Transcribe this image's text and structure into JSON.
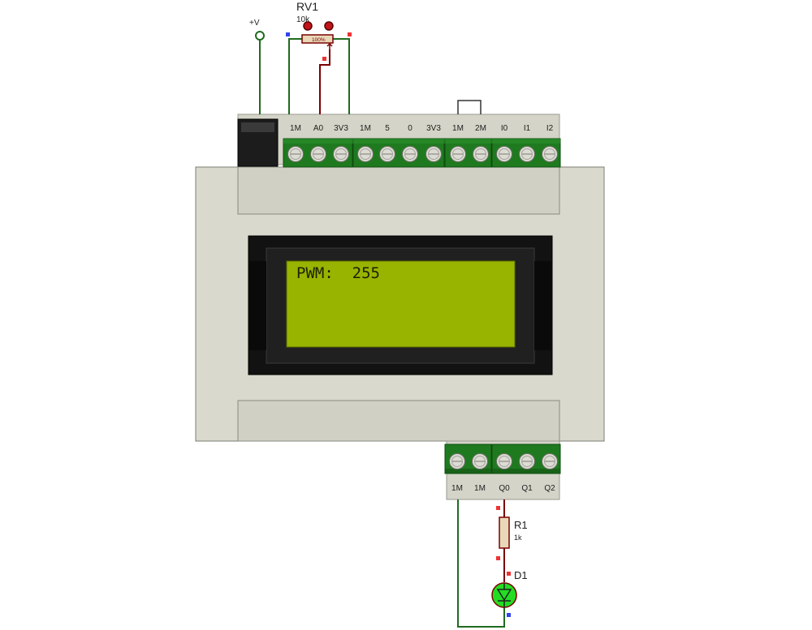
{
  "supply": {
    "label": "+V"
  },
  "potentiometer": {
    "name": "RV1",
    "value": "10k",
    "position_label": "100%"
  },
  "resistor": {
    "name": "R1",
    "value": "1k"
  },
  "led": {
    "name": "D1",
    "color": "#22dd22"
  },
  "lcd": {
    "text": "PWM:  255",
    "color": "#98b400"
  },
  "top_terminals": [
    "1M",
    "A0",
    "3V3",
    "1M",
    "5",
    "0",
    "3V3",
    "1M",
    "2M",
    "I0",
    "I1",
    "I2"
  ],
  "bottom_terminals": [
    "1M",
    "1M",
    "Q0",
    "Q1",
    "Q2"
  ],
  "colors": {
    "wire": "#7a0000",
    "body": "#d8d8cc",
    "terminal_block": "#1f7a1f",
    "screw": "#dcdcd4",
    "pin_red": "#ee3333",
    "pin_blue": "#3344ee"
  }
}
